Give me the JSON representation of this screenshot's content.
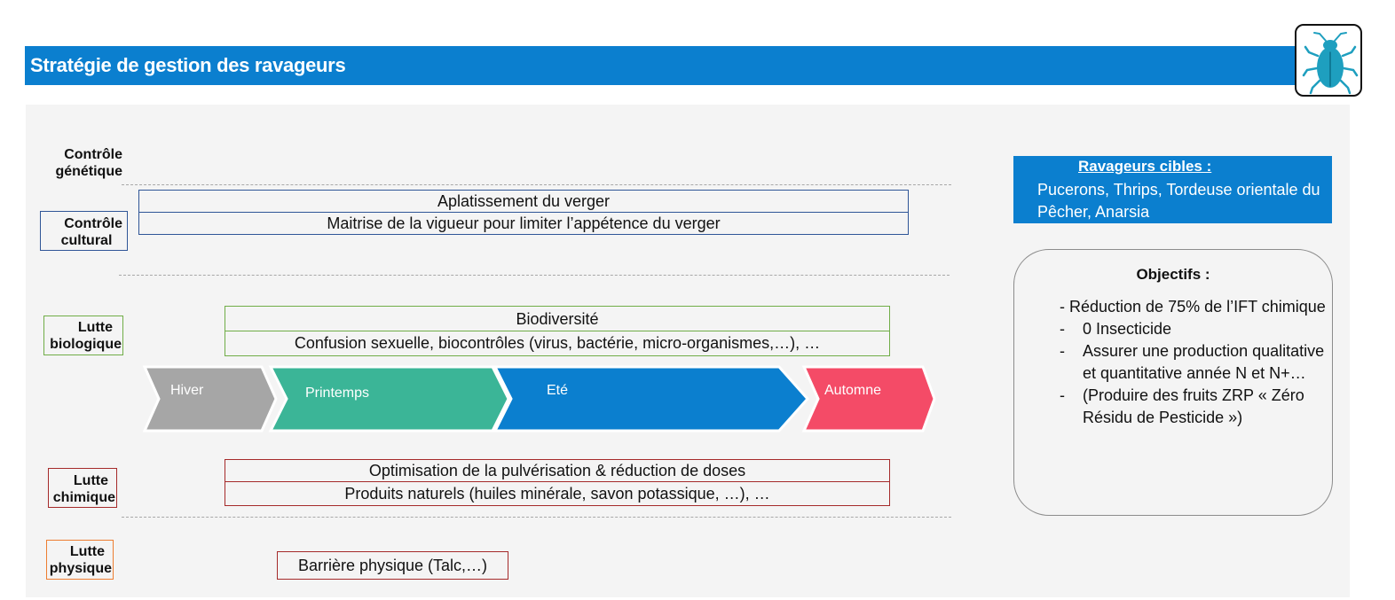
{
  "header": {
    "title": "Stratégie de gestion des ravageurs",
    "icon": "beetle-icon",
    "icon_color": "#1e9fbf"
  },
  "categories": {
    "genetique": {
      "label_line1": "Contrôle",
      "label_line2": "génétique"
    },
    "cultural": {
      "label_line1": "Contrôle",
      "label_line2": "cultural",
      "color": "#2f5597"
    },
    "biologique": {
      "label_line1": "Lutte",
      "label_line2": "biologique",
      "color": "#70ad47"
    },
    "chimique": {
      "label_line1": "Lutte",
      "label_line2": "chimique",
      "color": "#a52a2a"
    },
    "physique": {
      "label_line1": "Lutte",
      "label_line2": "physique",
      "color": "#ed7d31"
    }
  },
  "actions": {
    "cultural": [
      "Aplatissement du verger",
      "Maitrise de la vigueur pour limiter l’appétence du verger"
    ],
    "biologique": [
      "Biodiversité",
      "Confusion sexuelle, biocontrôles (virus, bactérie, micro-organismes,…), …"
    ],
    "chimique": [
      "Optimisation de la pulvérisation & réduction de doses",
      "Produits naturels (huiles minérale, savon potassique, …), …"
    ],
    "physique": [
      "Barrière physique (Talc,…)"
    ]
  },
  "seasons": [
    {
      "label": "Hiver",
      "color": "#a6a6a6"
    },
    {
      "label": "Printemps",
      "color": "#3bb597"
    },
    {
      "label": "Eté",
      "color": "#0b7fcf"
    },
    {
      "label": "Automne",
      "color": "#f44b67"
    }
  ],
  "targets": {
    "title": "Ravageurs cibles :",
    "text": "Pucerons, Thrips, Tordeuse orientale du Pêcher, Anarsia"
  },
  "objectives": {
    "title": "Objectifs :",
    "first": "- Réduction de 75% de l’IFT chimique",
    "items": [
      "0 Insecticide",
      "Assurer une production qualitative et quantitative année N et N+…",
      "(Produire des fruits ZRP « Zéro Résidu de Pesticide »)"
    ],
    "bullet": "-"
  }
}
